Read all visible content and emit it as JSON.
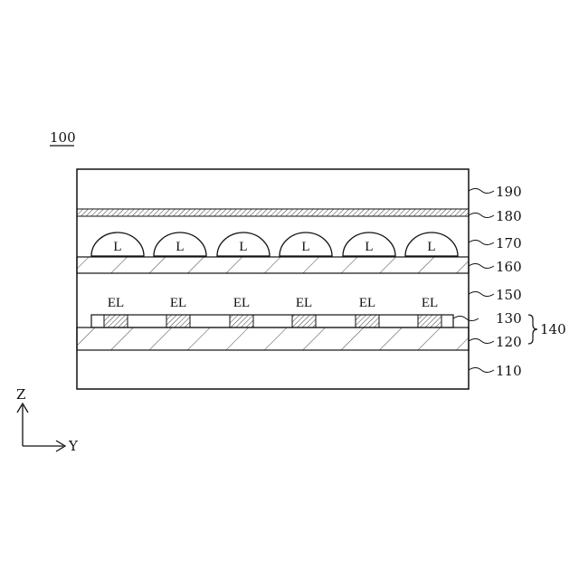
{
  "figure": {
    "ref_number": "100",
    "lens_label": "L",
    "element_label": "EL",
    "layer_labels": {
      "l190": "190",
      "l180": "180",
      "l170": "170",
      "l160": "160",
      "l150": "150",
      "l130": "130",
      "l120": "120",
      "l110": "110",
      "l140": "140"
    },
    "axes": {
      "vertical": "Z",
      "horizontal": "Y"
    },
    "lens_count": 6,
    "element_count": 6
  }
}
